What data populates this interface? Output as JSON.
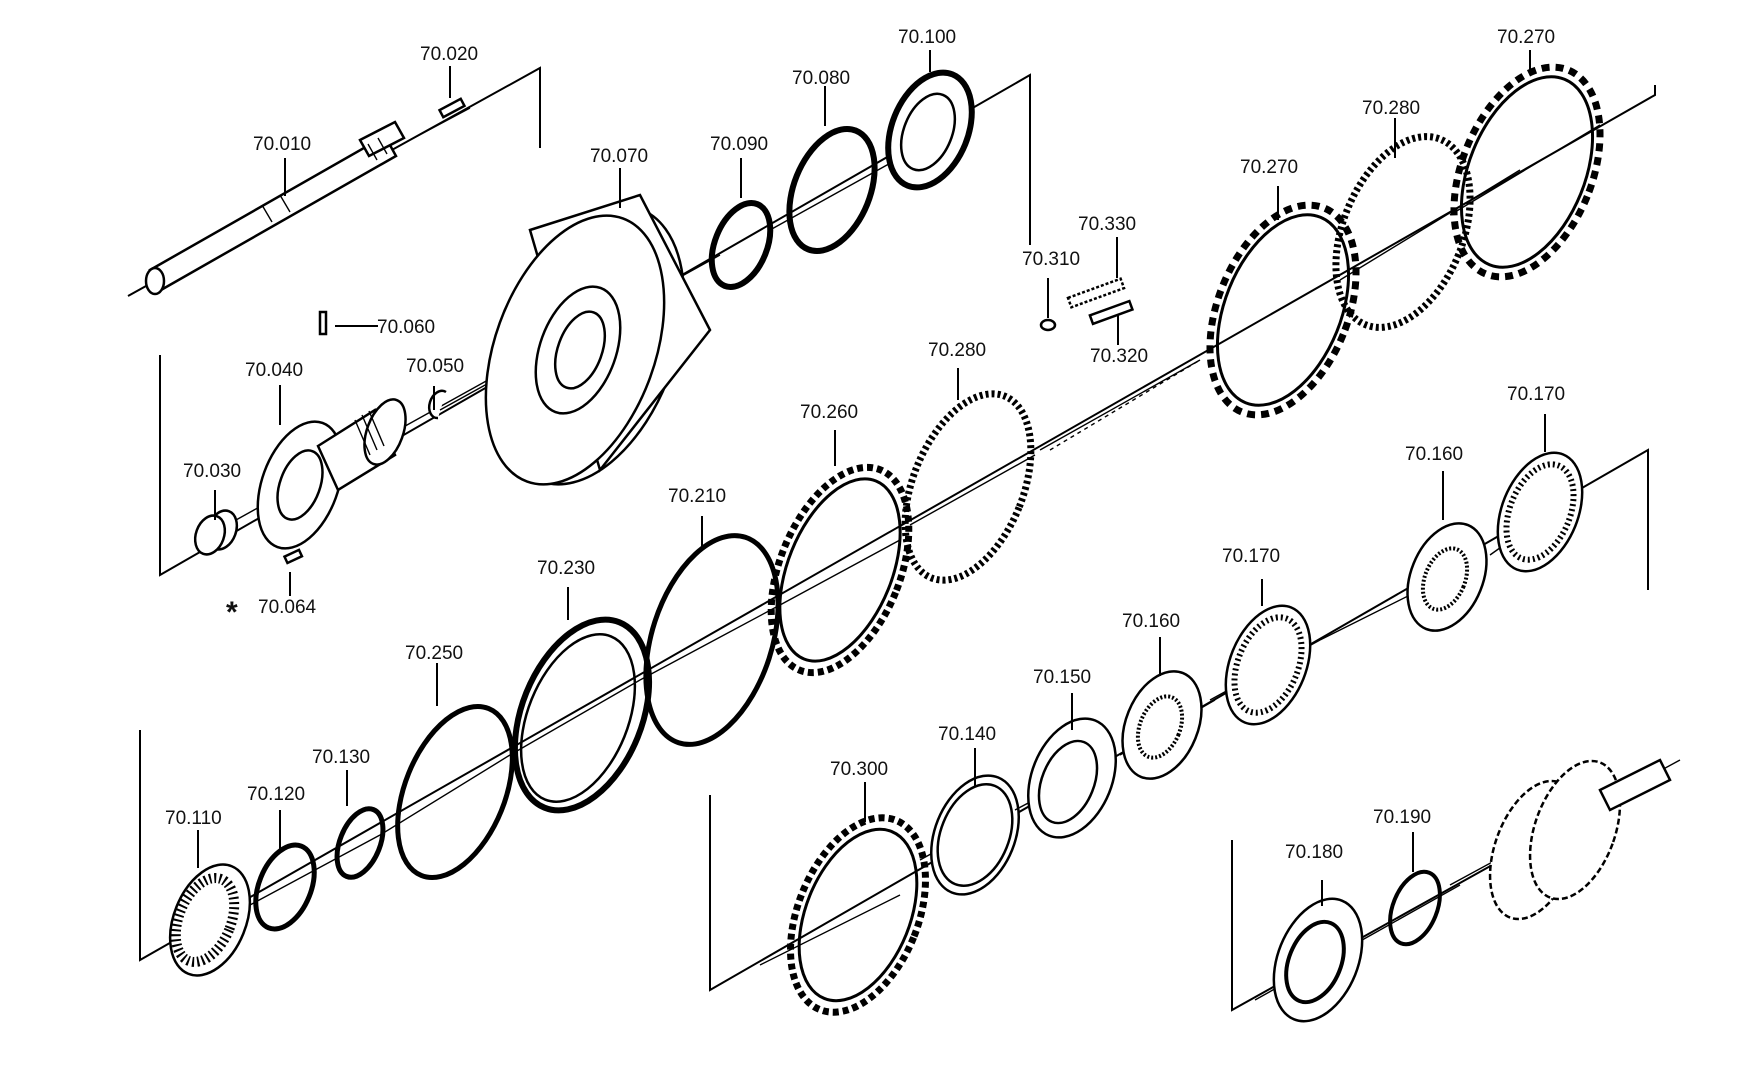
{
  "parts": [
    {
      "id": "70.010"
    },
    {
      "id": "70.020"
    },
    {
      "id": "70.030"
    },
    {
      "id": "70.040"
    },
    {
      "id": "70.050"
    },
    {
      "id": "70.060"
    },
    {
      "id": "70.064",
      "marker": "*"
    },
    {
      "id": "70.070"
    },
    {
      "id": "70.080"
    },
    {
      "id": "70.090"
    },
    {
      "id": "70.100"
    },
    {
      "id": "70.110"
    },
    {
      "id": "70.120"
    },
    {
      "id": "70.130"
    },
    {
      "id": "70.140"
    },
    {
      "id": "70.150"
    },
    {
      "id": "70.160"
    },
    {
      "id": "70.160"
    },
    {
      "id": "70.170"
    },
    {
      "id": "70.170"
    },
    {
      "id": "70.180"
    },
    {
      "id": "70.190"
    },
    {
      "id": "70.210"
    },
    {
      "id": "70.230"
    },
    {
      "id": "70.250"
    },
    {
      "id": "70.260"
    },
    {
      "id": "70.270"
    },
    {
      "id": "70.270"
    },
    {
      "id": "70.280"
    },
    {
      "id": "70.280"
    },
    {
      "id": "70.300"
    },
    {
      "id": "70.310"
    },
    {
      "id": "70.320"
    },
    {
      "id": "70.330"
    }
  ]
}
